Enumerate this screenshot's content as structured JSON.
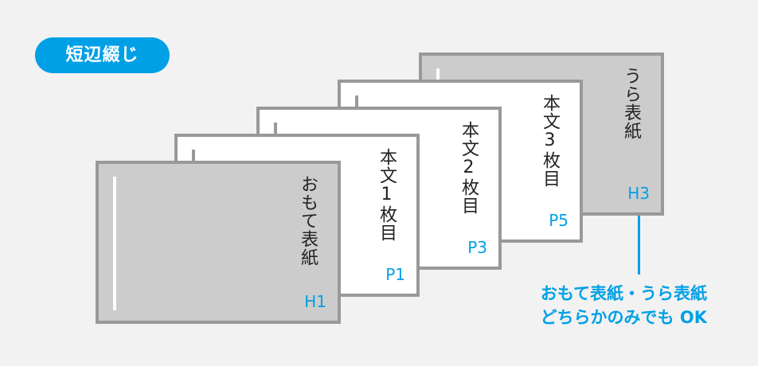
{
  "badge": {
    "label": "短辺綴じ"
  },
  "cards": [
    {
      "title": "うら表紙",
      "code": "H3"
    },
    {
      "title": "本文3枚目",
      "code": "P5"
    },
    {
      "title": "本文2枚目",
      "code": "P3"
    },
    {
      "title": "本文1枚目",
      "code": "P1"
    },
    {
      "title": "おもて表紙",
      "code": "H1"
    }
  ],
  "note": {
    "line1": "おもて表紙・うら表紙",
    "line2": "どちらかのみでも OK"
  },
  "colors": {
    "accent": "#00a0e6",
    "cover": "#cccccc",
    "border": "#999999",
    "background": "#f2f2f2"
  }
}
